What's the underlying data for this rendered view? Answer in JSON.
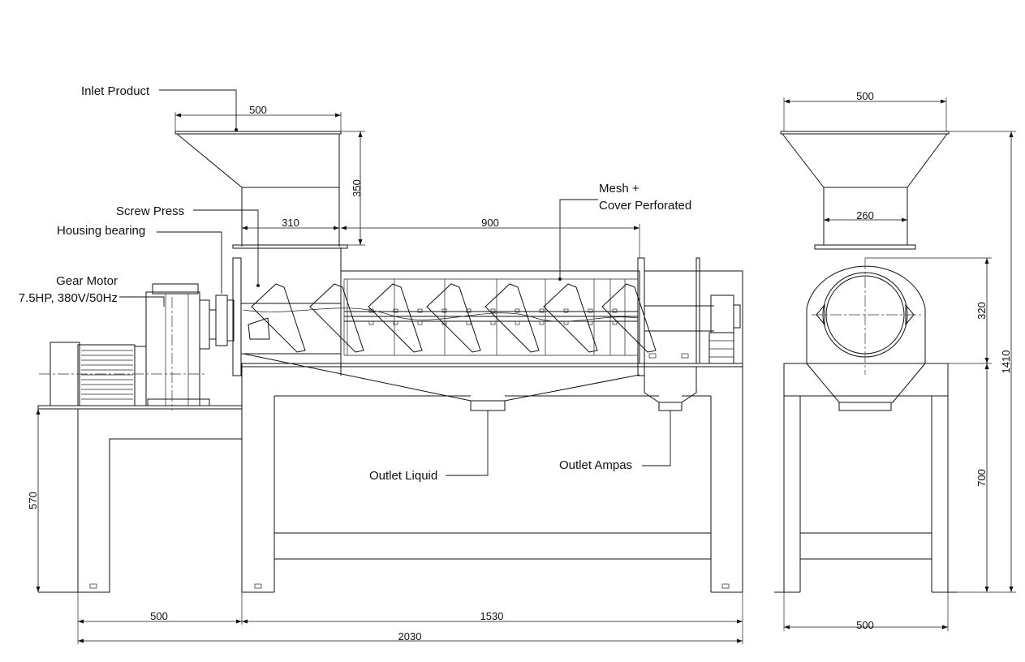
{
  "callouts": {
    "inlet_product": "Inlet Product",
    "screw_press": "Screw Press",
    "housing_bearing": "Housing bearing",
    "gear_motor_line1": "Gear Motor",
    "gear_motor_line2": "7.5HP, 380V/50Hz",
    "mesh_line1": "Mesh +",
    "mesh_line2": "Cover Perforated",
    "outlet_liquid": "Outlet Liquid",
    "outlet_ampas": "Outlet Ampas"
  },
  "dimensions": {
    "hopper_top_width": "500",
    "hopper_height": "350",
    "screw_length": "310",
    "mesh_length": "900",
    "frame_height": "570",
    "motor_base_width": "500",
    "frame_length": "1530",
    "overall_length": "2030",
    "side_hopper_top_width": "500",
    "side_hopper_neck_width": "260",
    "side_housing_height": "320",
    "side_frame_height": "700",
    "side_overall_height": "1410",
    "side_base_width": "500"
  }
}
